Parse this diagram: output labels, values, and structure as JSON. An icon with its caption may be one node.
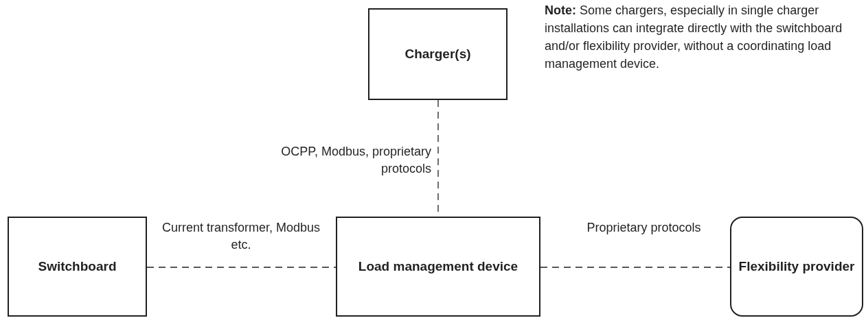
{
  "diagram": {
    "nodes": [
      {
        "text": [
          "Charger(s)"
        ]
      },
      {
        "text": [
          "Switchboard"
        ]
      },
      {
        "text": [
          "Load management device"
        ]
      },
      {
        "text": [
          "Flexibility provider"
        ]
      }
    ],
    "edges": [
      {
        "from": 0,
        "to": 2,
        "arrow": "none",
        "style": "dashed",
        "label": "OCPP, Modbus, proprietary protocols"
      },
      {
        "from": 1,
        "to": 2,
        "arrow": "none",
        "style": "dashed",
        "label": "Current transformer, Modbus etc."
      },
      {
        "from": 2,
        "to": 3,
        "arrow": "none",
        "style": "dashed",
        "label": "Proprietary protocols"
      }
    ],
    "labels": [
      "**Note:** Some chargers, especially in single charger installations can integrate directly with the switchboard and/or flexibility provider, without a coordinating load management device."
    ]
  }
}
